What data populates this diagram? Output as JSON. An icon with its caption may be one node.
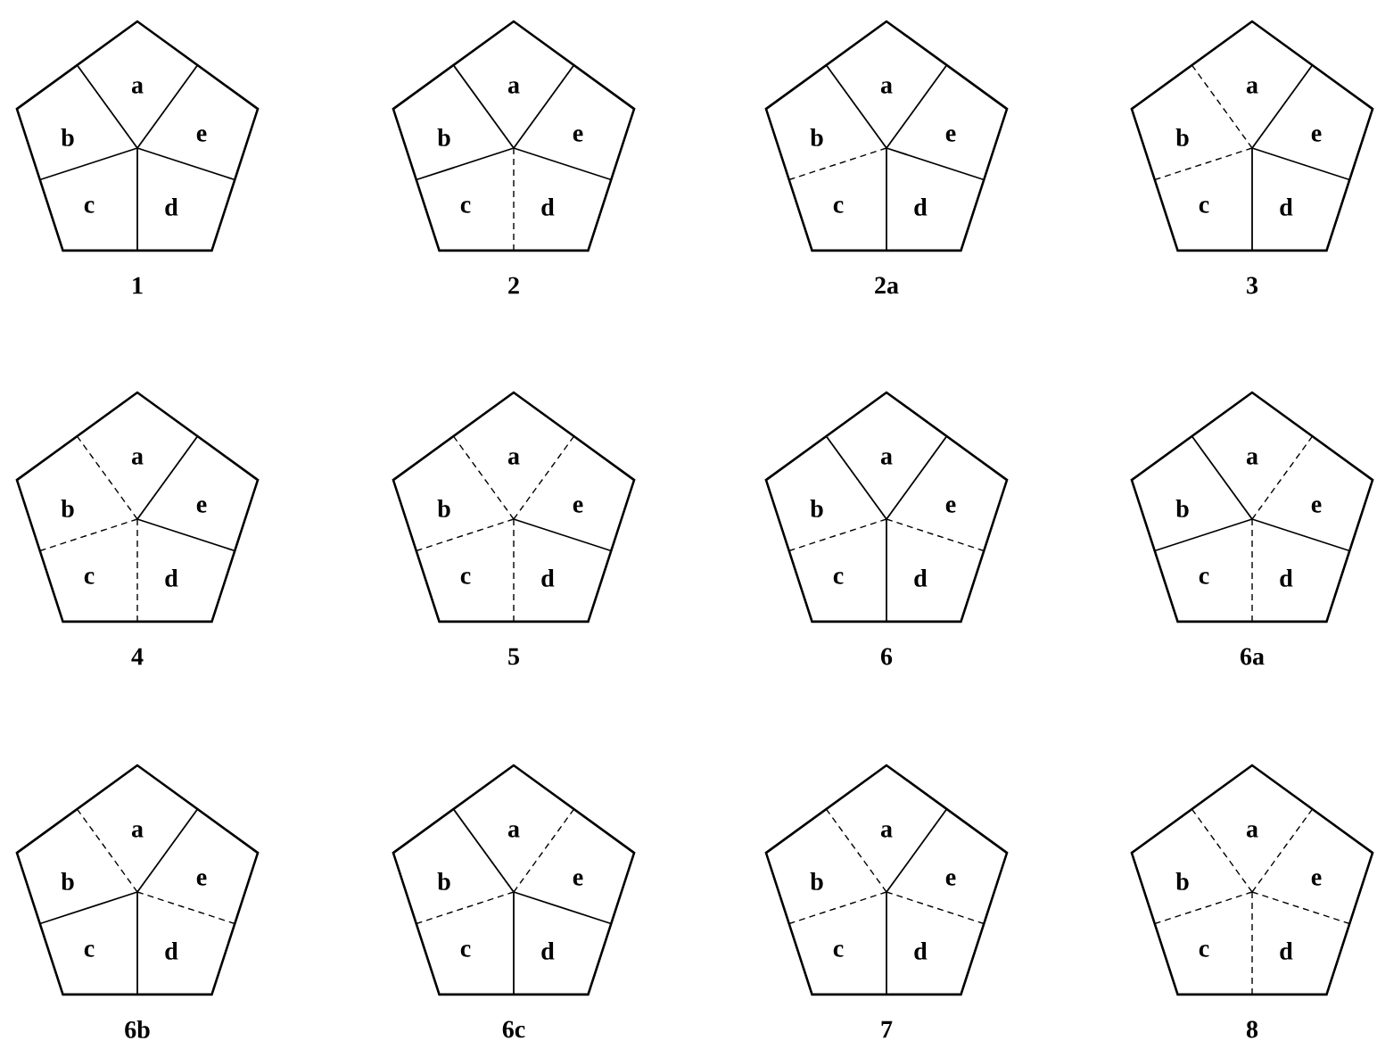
{
  "diagram": {
    "nodes": [
      {
        "text": [
          "a",
          "b",
          "e",
          "c",
          "d"
        ],
        "beside": [
          "1"
        ]
      },
      {
        "text": [
          "a",
          "b",
          "e",
          "c",
          "d"
        ],
        "beside": [
          "2"
        ]
      },
      {
        "text": [
          "a",
          "b",
          "e",
          "c",
          "d"
        ],
        "beside": [
          "2a"
        ]
      },
      {
        "text": [
          "a",
          "b",
          "e",
          "c",
          "d"
        ],
        "beside": [
          "3"
        ]
      },
      {
        "text": [
          "a",
          "b",
          "e",
          "c",
          "d"
        ],
        "beside": [
          "4"
        ]
      },
      {
        "text": [
          "a",
          "b",
          "e",
          "c",
          "d"
        ],
        "beside": [
          "5"
        ]
      },
      {
        "text": [
          "a",
          "b",
          "e",
          "c",
          "d"
        ],
        "beside": [
          "6"
        ]
      },
      {
        "text": [
          "a",
          "b",
          "e",
          "c",
          "d"
        ],
        "beside": [
          "6a"
        ]
      },
      {
        "text": [
          "a",
          "b",
          "e",
          "c",
          "d"
        ],
        "beside": [
          "6b"
        ]
      },
      {
        "text": [
          "a",
          "b",
          "e",
          "c",
          "d"
        ],
        "beside": [
          "6c"
        ]
      },
      {
        "text": [
          "a",
          "b",
          "e",
          "c",
          "d"
        ],
        "beside": [
          "7"
        ]
      },
      {
        "text": [
          "a",
          "b",
          "e",
          "c",
          "d"
        ],
        "beside": [
          "8"
        ]
      }
    ]
  }
}
